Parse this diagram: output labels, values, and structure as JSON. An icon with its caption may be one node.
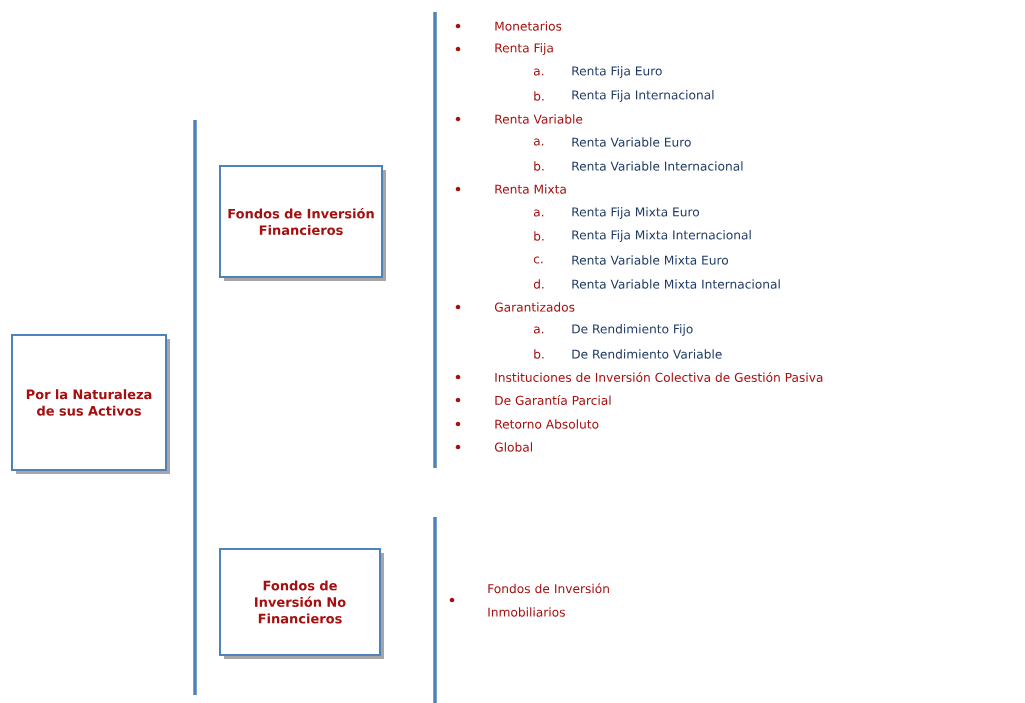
{
  "diagram": {
    "nodes": [
      {
        "text": [
          "Por la Naturaleza de sus Activos"
        ]
      },
      {
        "text": [
          "Fondos de Inversión Financieros"
        ]
      },
      {
        "text": [
          "Fondos de Inversión No Financieros"
        ]
      }
    ],
    "labels": [
      "Monetarios",
      "Renta Fija",
      "a.",
      "Renta Fija Euro",
      "b.",
      "Renta Fija Internacional",
      "Renta Variable",
      "a.",
      "Renta Variable Euro",
      "b.",
      "Renta Variable Internacional",
      "Renta Mixta",
      "a.",
      "Renta Fija Mixta Euro",
      "b.",
      "Renta Fija Mixta Internacional",
      "c.",
      "Renta Variable Mixta Euro",
      "d.",
      "Renta Variable Mixta Internacional",
      "Garantizados",
      "a.",
      "De Rendimiento Fijo",
      "b.",
      "De Rendimiento Variable",
      "Instituciones de Inversión Colectiva de Gestión Pasiva",
      "De Garantía Parcial",
      "Retorno Absoluto",
      "Global",
      "Fondos de Inversión Inmobiliarios"
    ]
  }
}
